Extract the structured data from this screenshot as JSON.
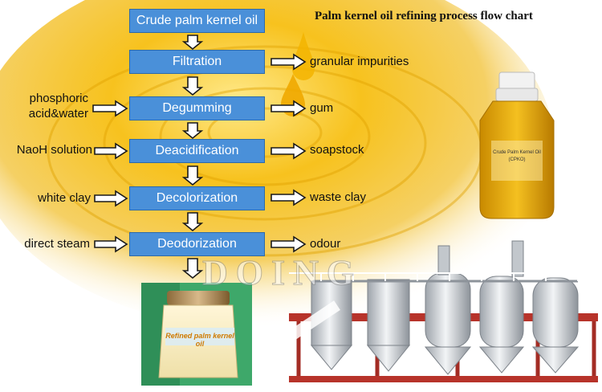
{
  "chart_title": "Palm kernel oil refining process flow chart",
  "process_steps": [
    {
      "label": "Crude palm kernel oil"
    },
    {
      "label": "Filtration"
    },
    {
      "label": "Degumming"
    },
    {
      "label": "Deacidification"
    },
    {
      "label": "Decolorization"
    },
    {
      "label": "Deodorization"
    }
  ],
  "inputs": [
    {
      "label": "phosphoric\nacid&water"
    },
    {
      "label": "NaoH solution"
    },
    {
      "label": "white clay"
    },
    {
      "label": "direct steam"
    }
  ],
  "outputs": [
    {
      "label": "granular impurities"
    },
    {
      "label": "gum"
    },
    {
      "label": "soapstock"
    },
    {
      "label": "waste clay"
    },
    {
      "label": "odour"
    }
  ],
  "bottle_label": {
    "line1": "Crude Palm Kernel Oil",
    "line2": "(CPKO)"
  },
  "jar_label": "Refined palm kernel oil",
  "watermark": "DOING",
  "colors": {
    "box_fill": "#4a90d9",
    "oil_gold": "#f5b800",
    "machine_silver": "#cfd3d8",
    "frame_red": "#c0392b"
  }
}
